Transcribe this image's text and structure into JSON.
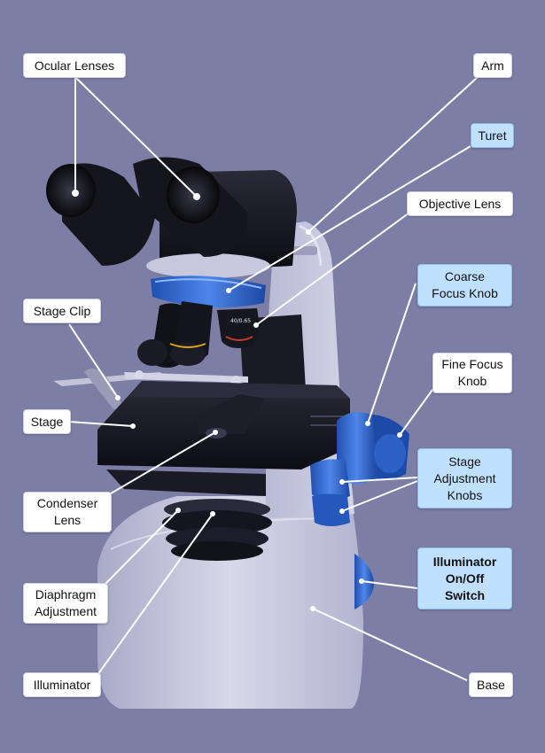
{
  "accent_color": "#3b6fd6",
  "label_highlight_color": "#bfe1ff",
  "labels": {
    "ocular_lenses": "Ocular Lenses",
    "arm": "Arm",
    "turet": "Turet",
    "objective_lens": "Objective Lens",
    "stage_clip": "Stage Clip",
    "coarse_focus_knob": "Coarse\nFocus Knob",
    "fine_focus_knob": "Fine Focus\nKnob",
    "stage": "Stage",
    "stage_adjustment_knobs": "Stage\nAdjustment\nKnobs",
    "condenser_lens": "Condenser\nLens",
    "illuminator_switch": "Illuminator\nOn/Off\nSwitch",
    "diaphragm_adjustment": "Diaphragm\nAdjustment",
    "base": "Base",
    "illuminator": "Illuminator"
  },
  "objective_marking": "40/0.65"
}
